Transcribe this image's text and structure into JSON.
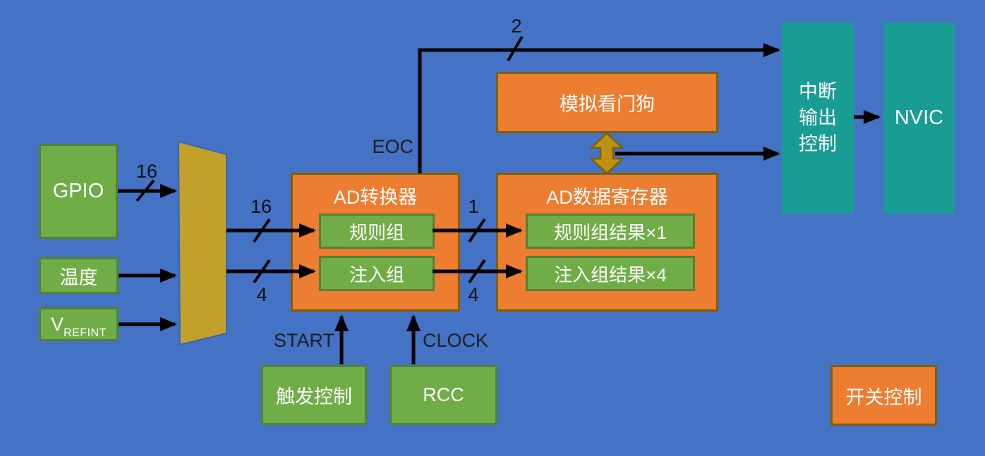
{
  "blocks": {
    "gpio": {
      "label": "GPIO"
    },
    "temperature": {
      "label": "温度"
    },
    "vrefint": {
      "base": "V",
      "subscript": "REFINT"
    },
    "ad_converter": {
      "title": "AD转换器",
      "regular_group": "规则组",
      "injected_group": "注入组"
    },
    "ad_data_register": {
      "title": "AD数据寄存器",
      "regular_group_result": "规则组结果×1",
      "injected_group_result": "注入组结果×4"
    },
    "analog_watchdog": {
      "label": "模拟看门狗"
    },
    "interrupt_output_control": {
      "line1": "中断",
      "line2": "输出",
      "line3": "控制"
    },
    "nvic": {
      "label": "NVIC"
    },
    "trigger_control": {
      "label": "触发控制"
    },
    "rcc": {
      "label": "RCC"
    },
    "switch_control": {
      "label": "开关控制"
    }
  },
  "bus_widths": {
    "gpio_to_mux": "16",
    "mux_to_regular": "16",
    "mux_to_injected": "4",
    "regular_to_result": "1",
    "injected_to_result": "4",
    "eoc_to_interrupt": "2"
  },
  "signals": {
    "eoc": "EOC",
    "start": "START",
    "clock": "CLOCK"
  },
  "colors": {
    "background": "#4472C4",
    "green_fill": "#70AD47",
    "green_border": "#538135",
    "orange_fill": "#ED7D31",
    "orange_border": "#7F6000",
    "teal_fill": "#199C94",
    "mux_gold_fill": "#C2A02C",
    "watchdog_arrow_fill": "#BE9110",
    "arrow_color": "#000000"
  }
}
